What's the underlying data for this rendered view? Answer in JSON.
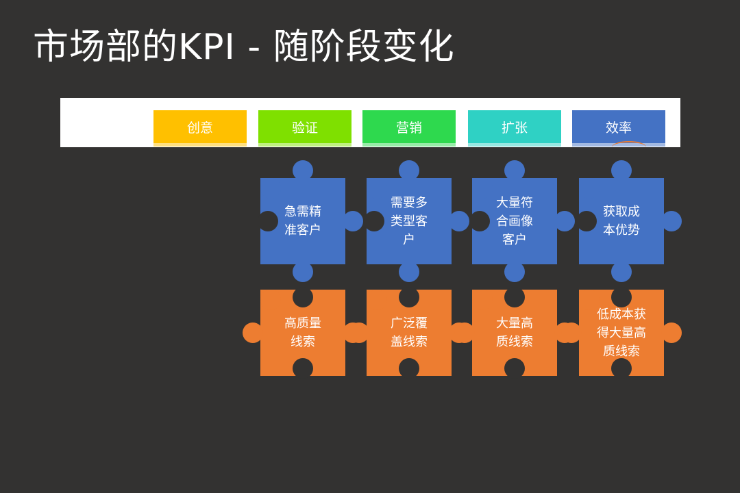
{
  "title": "市场部的KPI - 随阶段变化",
  "stages": [
    {
      "label": "创意",
      "color": "#ffc000"
    },
    {
      "label": "验证",
      "color": "#7fe000"
    },
    {
      "label": "营销",
      "color": "#2ed94e"
    },
    {
      "label": "扩张",
      "color": "#2fd1c4"
    },
    {
      "label": "效率",
      "color": "#4472c4"
    }
  ],
  "blue_pieces": [
    {
      "text": "急需精\n准客户"
    },
    {
      "text": "需要多\n类型客\n户"
    },
    {
      "text": "大量符\n合画像\n客户"
    },
    {
      "text": "获取成\n本优势"
    }
  ],
  "orange_pieces": [
    {
      "text": "高质量\n线索"
    },
    {
      "text": "广泛覆\n盖线索"
    },
    {
      "text": "大量高\n质线索"
    },
    {
      "text": "低成本获\n得大量高\n质线索"
    }
  ],
  "colors": {
    "background": "#333231",
    "blue": "#4472c4",
    "orange": "#ed7d31"
  }
}
